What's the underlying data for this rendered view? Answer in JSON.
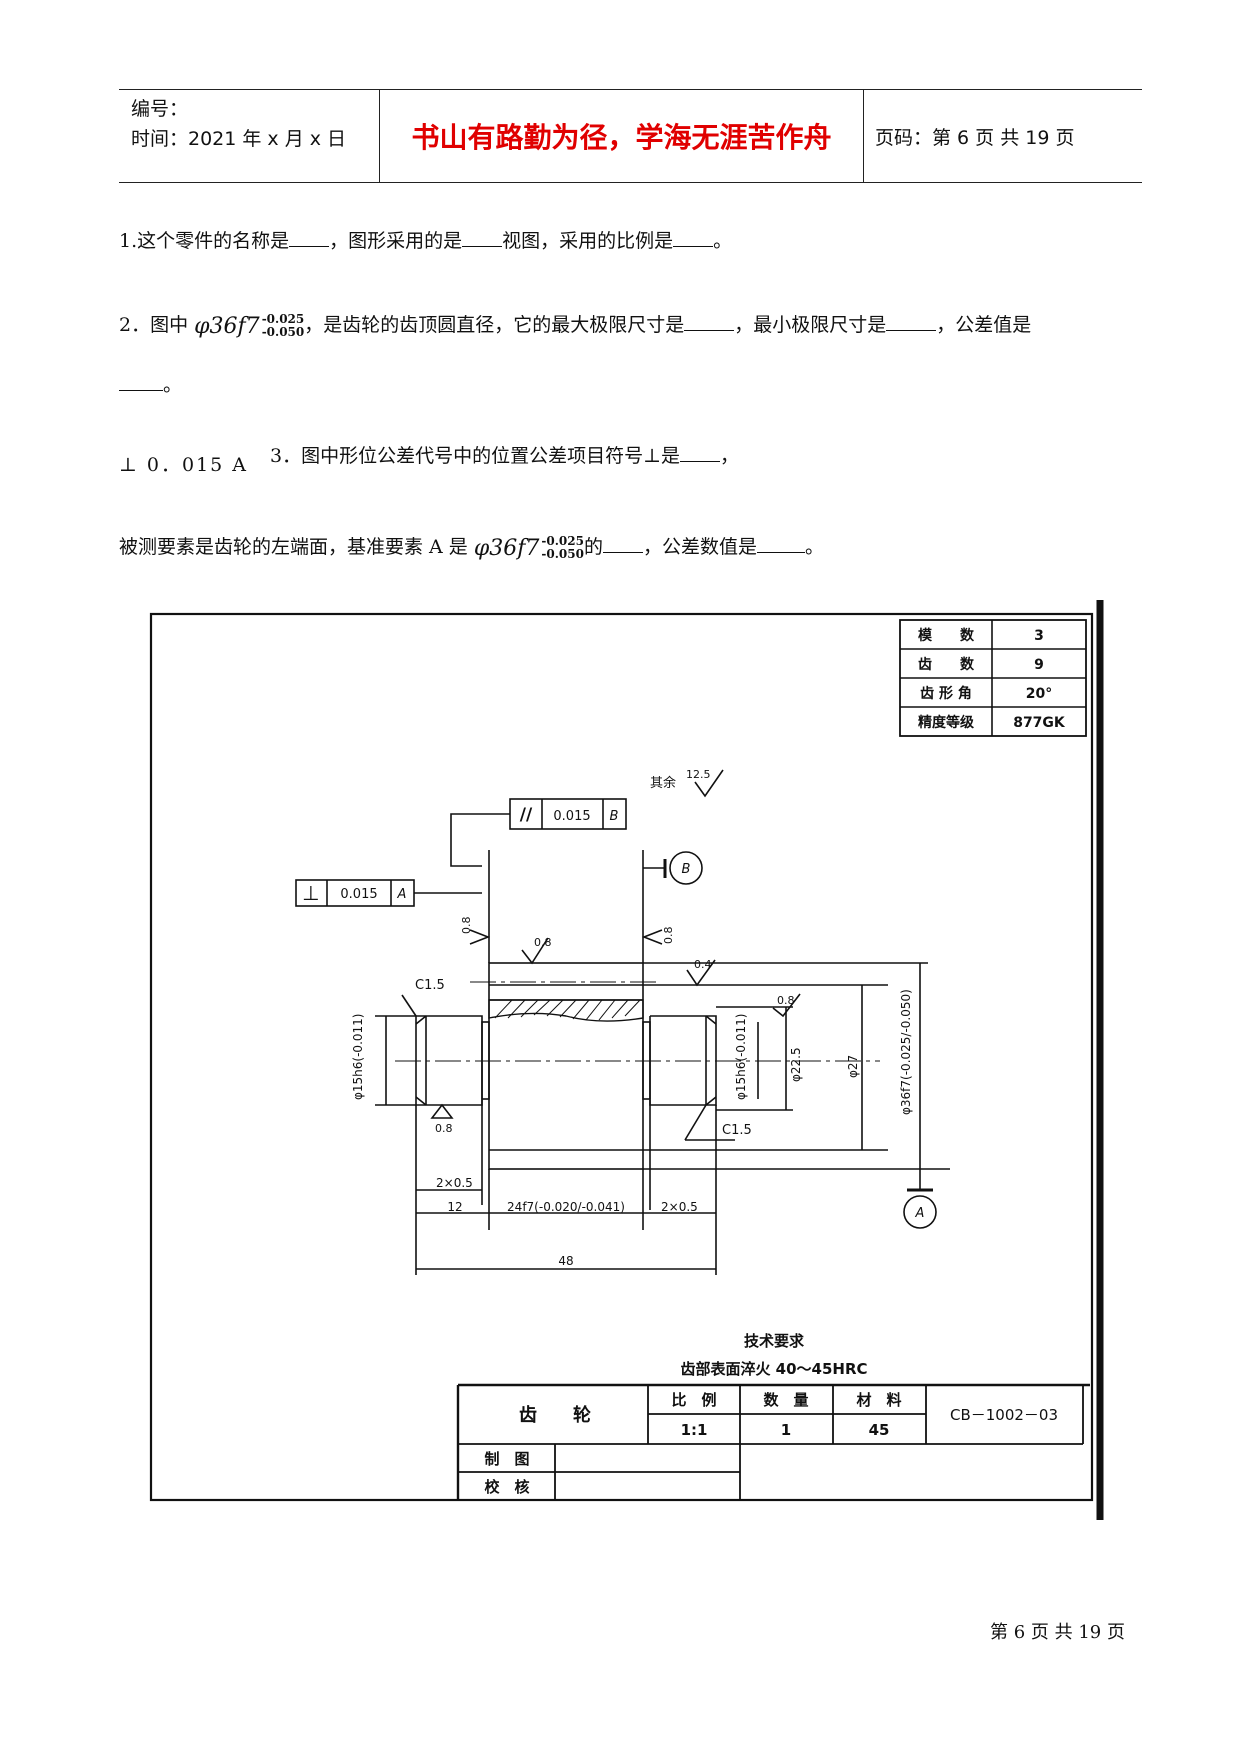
{
  "header": {
    "number_label": "编号：",
    "time_label": "时间：2021 年 x 月 x 日",
    "motto": "书山有路勤为径，学海无涯苦作舟",
    "page_label": "页码：第 6 页  共 19 页"
  },
  "questions": {
    "q1": {
      "a": "1.这个零件的名称是",
      "b": "，图形采用的是",
      "c": "视图，采用的比例是",
      "d": "。"
    },
    "q2": {
      "a": "2．图中 ",
      "b": "，是齿轮的齿顶圆直径，它的最大极限尺寸是",
      "c": "，最小极限尺寸是",
      "d": "，公差值是",
      "e": "。"
    },
    "q3": {
      "symbol": "⊥  0．015  A",
      "a": "3．图中形位公差代号中的位置公差项目符号⊥是",
      "b": "，"
    },
    "q4": {
      "a": "被测要素是齿轮的左端面，基准要素 A 是 ",
      "b": "的",
      "c": "，公差数值是",
      "d": "。"
    },
    "tolerance": {
      "base": "φ36f7",
      "upper": "-0.025",
      "lower": "-0.050"
    }
  },
  "drawing": {
    "params": [
      {
        "name": "模　　数",
        "value": "3"
      },
      {
        "name": "齿　　数",
        "value": "9"
      },
      {
        "name": "齿 形 角",
        "value": "20°"
      },
      {
        "name": "精度等级",
        "value": "877GK"
      }
    ],
    "roughness_rest": "其余",
    "roughness_rest_val": "12.5",
    "fcf_parallel": {
      "symbol": "//",
      "value": "0.015",
      "datum": "B"
    },
    "fcf_perp": {
      "symbol": "⊥",
      "value": "0.015",
      "datum": "A"
    },
    "datum_b": "B",
    "datum_a": "A",
    "roughness": {
      "r08": "0.8",
      "r04": "0.4"
    },
    "chamfer": "C1.5",
    "dims": {
      "d15h6": "φ15h6(-0.011)",
      "d22_5": "φ22.5",
      "d27": "φ27",
      "d36f7": "φ36f7(-0.025/-0.050)",
      "groove": "2×0.5",
      "l12": "12",
      "l24": "24f7(-0.020/-0.041)",
      "l48": "48"
    },
    "tech_title": "技术要求",
    "tech_text": "齿部表面淬火 40～45HRC",
    "title_block": {
      "part": "齿　　轮",
      "scale_h": "比　例",
      "qty_h": "数　量",
      "mat_h": "材　料",
      "scale": "1:1",
      "qty": "1",
      "mat": "45",
      "code": "CB－1002－03",
      "drawn": "制　图",
      "checked": "校　核"
    }
  },
  "footer": "第 6 页  共 19 页"
}
